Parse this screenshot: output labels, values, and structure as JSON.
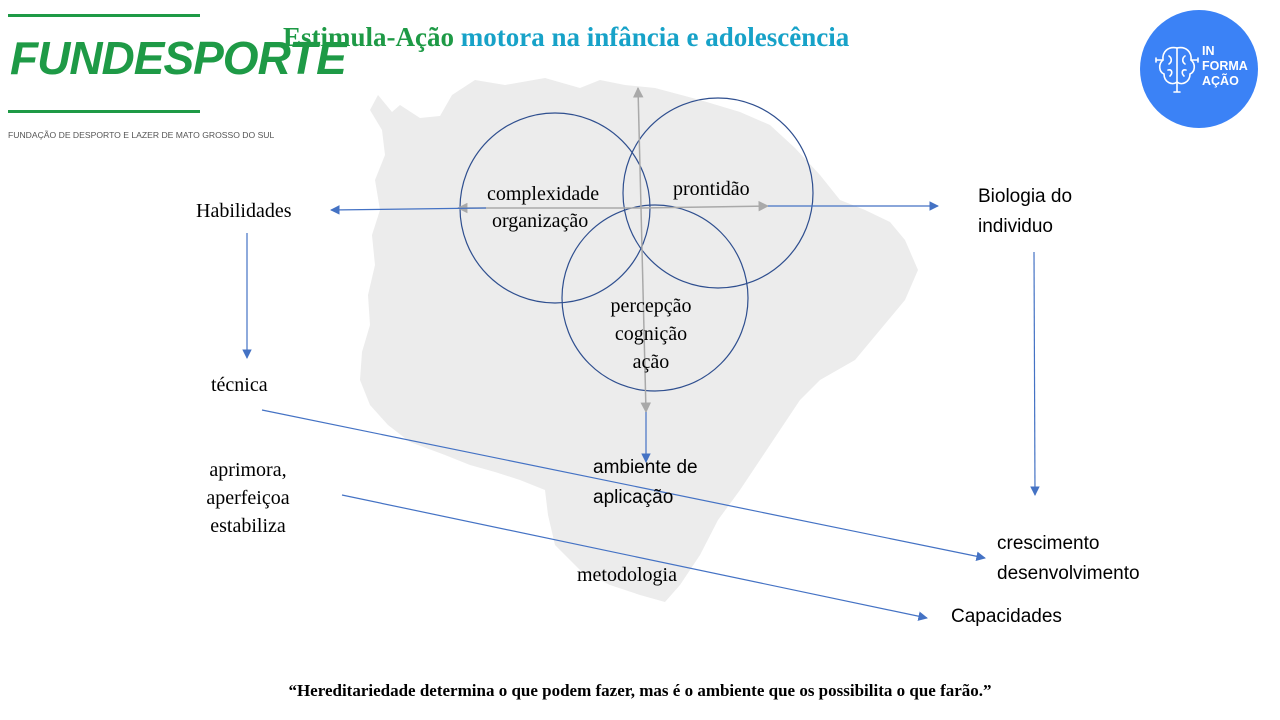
{
  "header": {
    "title_part1": "Estimula-Ação",
    "title_part2": "motora",
    "title_part3": "na infância",
    "title_part4": "e adolescência",
    "title_colors": [
      "#1e9a46",
      "#17a2c8"
    ]
  },
  "logo": {
    "name": "FUNDESPORTE",
    "subtitle": "FUNDAÇÃO DE DESPORTO E LAZER DE MATO GROSSO DO SUL",
    "color": "#1e9a46"
  },
  "badge": {
    "line1": "IN",
    "line2": "FORMA",
    "line3": "AÇÃO",
    "icon": "brain-circuit-icon",
    "color": "#3b82f6"
  },
  "diagram": {
    "circle_left": [
      "complexidade",
      "organização"
    ],
    "circle_right": "prontidão",
    "circle_bottom": [
      "percepção",
      "cognição",
      "ação"
    ],
    "habilidades": "Habilidades",
    "tecnica": "técnica",
    "aprimora": [
      "aprimora,",
      "aperfeiçoa",
      "estabiliza"
    ],
    "biologia": [
      "Biologia do",
      "individuo"
    ],
    "ambiente": [
      "ambiente de",
      "aplicação"
    ],
    "metodologia": "metodologia",
    "crescimento": [
      "crescimento",
      "desenvolvimento"
    ],
    "capacidades": "Capacidades",
    "line_color": "#4472c4",
    "circle_color": "#2f4f8f",
    "map_color": "#ececec"
  },
  "quote": {
    "text": "“Hereditariedade determina o que podem fazer, mas é o ambiente que os possibilita o que farão.”"
  }
}
